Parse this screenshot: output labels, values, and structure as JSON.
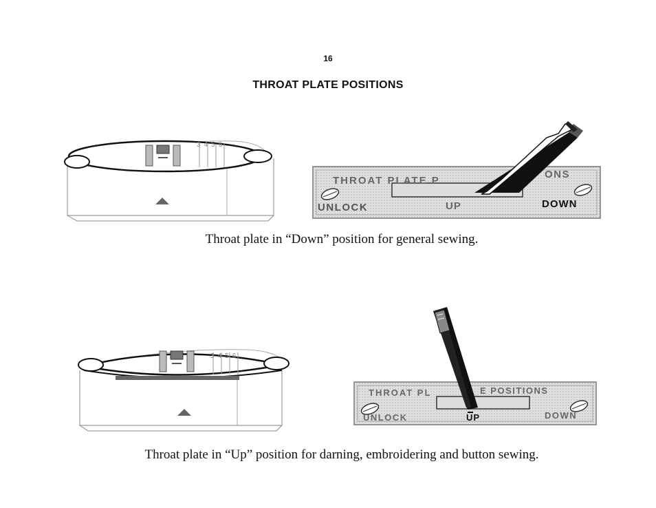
{
  "page": {
    "number": "16",
    "title": "THROAT PLATE POSITIONS"
  },
  "figures": [
    {
      "id": "down",
      "plate_scale": [
        "3",
        "4",
        "5",
        "6"
      ],
      "lever_position": "down",
      "panel": {
        "title_left": "THROAT PLATE P",
        "title_right": "ONS",
        "unlock": "UNLOCK",
        "up": "UP",
        "down": "DOWN"
      },
      "caption": "Throat plate in “Down” position for general sewing."
    },
    {
      "id": "up",
      "plate_scale": [
        "3",
        "4",
        "5",
        "6"
      ],
      "lever_position": "up",
      "panel": {
        "title_left": "THROAT PL",
        "title_right": "E POSITIONS",
        "unlock": "UNLOCK",
        "up": "UP",
        "down": "DOWN"
      },
      "caption": "Throat plate in “Up” position for darning, embroidering and button sewing."
    }
  ]
}
